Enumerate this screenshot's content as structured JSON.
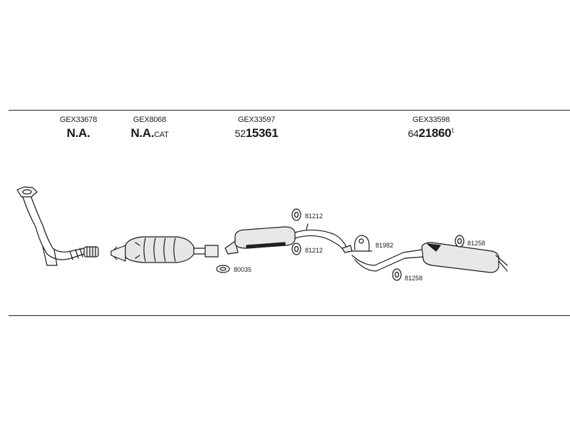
{
  "parts": [
    {
      "code": "GEX33678",
      "pre": "",
      "main": "N.A.",
      "suffix": "",
      "sup": ""
    },
    {
      "code": "GEX8068",
      "pre": "",
      "main": "N.A.",
      "suffix": "CAT",
      "sup": ""
    },
    {
      "code": "GEX33597",
      "pre": "52",
      "main": "15361",
      "suffix": "",
      "sup": ""
    },
    {
      "code": "GEX33598",
      "pre": "64",
      "main": "21860",
      "suffix": "",
      "sup": "1"
    }
  ],
  "fittings": [
    {
      "label": "81212"
    },
    {
      "label": "81212"
    },
    {
      "label": "80035"
    },
    {
      "label": "81982"
    },
    {
      "label": "81258"
    },
    {
      "label": "81258"
    }
  ]
}
